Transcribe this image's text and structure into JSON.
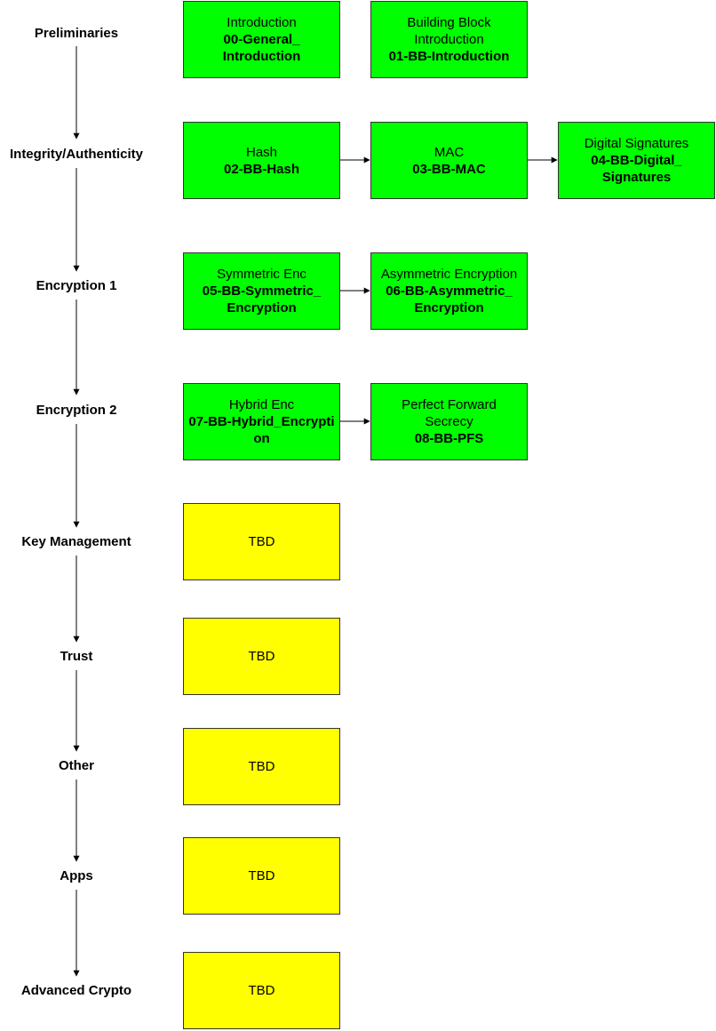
{
  "stages": [
    {
      "label": "Preliminaries"
    },
    {
      "label": "Integrity/Authenticity"
    },
    {
      "label": "Encryption 1"
    },
    {
      "label": "Encryption 2"
    },
    {
      "label": "Key Management"
    },
    {
      "label": "Trust"
    },
    {
      "label": "Other"
    },
    {
      "label": "Apps"
    },
    {
      "label": "Advanced Crypto"
    }
  ],
  "modules": {
    "intro": {
      "title": "Introduction",
      "code": "00-General_ Introduction",
      "status": "done"
    },
    "bb_intro": {
      "title": "Building Block Introduction",
      "code": "01-BB-Introduction",
      "status": "done"
    },
    "hash": {
      "title": "Hash",
      "code": "02-BB-Hash",
      "status": "done"
    },
    "mac": {
      "title": "MAC",
      "code": "03-BB-MAC",
      "status": "done"
    },
    "digsig": {
      "title": "Digital Signatures",
      "code": "04-BB-Digital_ Signatures",
      "status": "done"
    },
    "sym": {
      "title": "Symmetric Enc",
      "code": "05-BB-Symmetric_ Encryption",
      "status": "done"
    },
    "asym": {
      "title": "Asymmetric Encryption",
      "code": "06-BB-Asymmetric_ Encryption",
      "status": "done"
    },
    "hybrid": {
      "title": "Hybrid Enc",
      "code": "07-BB-Hybrid_Encryption",
      "status": "done"
    },
    "pfs": {
      "title": "Perfect Forward Secrecy",
      "code": "08-BB-PFS",
      "status": "done"
    },
    "keymgmt": {
      "title": "TBD",
      "code": "",
      "status": "todo"
    },
    "trust": {
      "title": "TBD",
      "code": "",
      "status": "todo"
    },
    "other": {
      "title": "TBD",
      "code": "",
      "status": "todo"
    },
    "apps": {
      "title": "TBD",
      "code": "",
      "status": "todo"
    },
    "advanced": {
      "title": "TBD",
      "code": "",
      "status": "todo"
    }
  },
  "colors": {
    "done": "#00ff00",
    "todo": "#ffff00",
    "border": "#333333"
  }
}
